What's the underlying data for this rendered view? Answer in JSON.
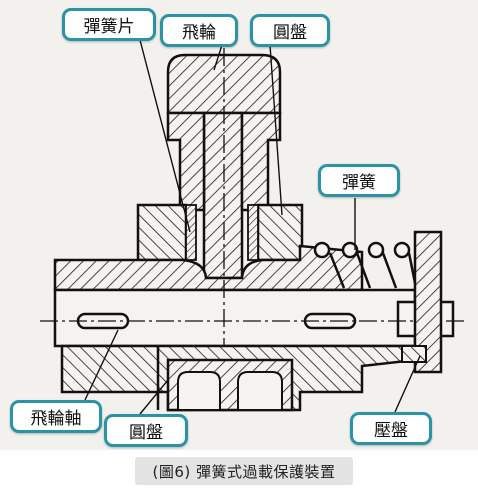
{
  "labels": {
    "spring_plate": "彈簧片",
    "flywheel": "飛輪",
    "disc_top": "圓盤",
    "spring": "彈簧",
    "flywheel_shaft": "飛輪軸",
    "disc_bottom": "圓盤",
    "pressure_plate": "壓盤"
  },
  "caption": "(圖6)  彈簧式過載保護裝置"
}
